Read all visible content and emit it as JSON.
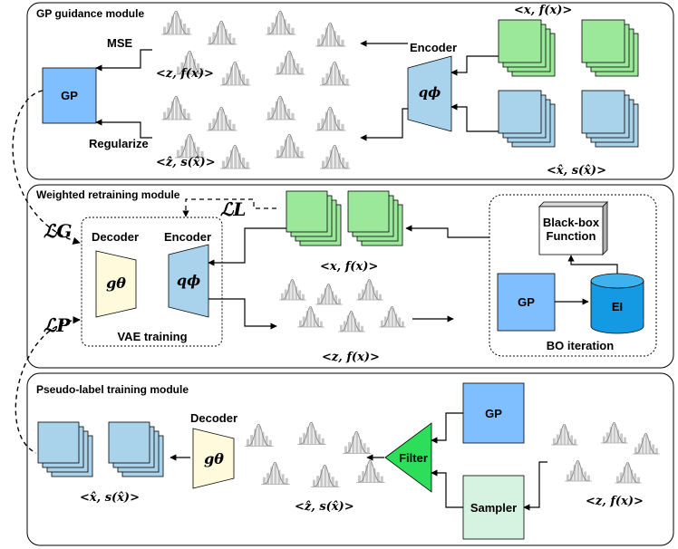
{
  "modules": {
    "gp_guidance": {
      "title": "GP guidance module",
      "mse": "MSE",
      "regularize": "Regularize",
      "gp": "GP",
      "encoder": "Encoder",
      "q": "qϕ",
      "z_fx": "<z, f(x)>",
      "zhat_shat": "<ẑ, s(x̂)>",
      "x_fx": "<x, f(x)>",
      "xhat_shat": "<x̂, s(x̂)>"
    },
    "weighted_retraining": {
      "title": "Weighted retraining module",
      "loss_g": "ℒG",
      "loss_l": "ℒL",
      "loss_p": "ℒP",
      "decoder": "Decoder",
      "encoder": "Encoder",
      "g": "gθ",
      "q": "qϕ",
      "vae_training": "VAE training",
      "x_fx": "<x, f(x)>",
      "z_fx": "<z, f(x)>",
      "blackbox": [
        "Black-box",
        "Function"
      ],
      "gp": "GP",
      "ei": "EI",
      "bo_iteration": "BO iteration"
    },
    "pseudo_label": {
      "title": "Pseudo-label training module",
      "decoder": "Decoder",
      "g": "gθ",
      "gp": "GP",
      "filter": "Filter",
      "sampler": "Sampler",
      "xhat_shat": "<x̂, s(x̂)>",
      "zhat_shat": "<ẑ, s(x̂)>",
      "z_fx": "<z, f(x)>"
    }
  },
  "colors": {
    "gp_blue": "#7fbfff",
    "encoder_blue": "#a9d3ec",
    "decoder_yellow": "#fffadb",
    "green_stack": "#9be89b",
    "blue_stack": "#a9d3ea",
    "filter_green": "#2dde5b",
    "sampler_green": "#d6f3e2",
    "ei_blue": "#149ae3",
    "histogram_gray": "#c8c8c8"
  }
}
